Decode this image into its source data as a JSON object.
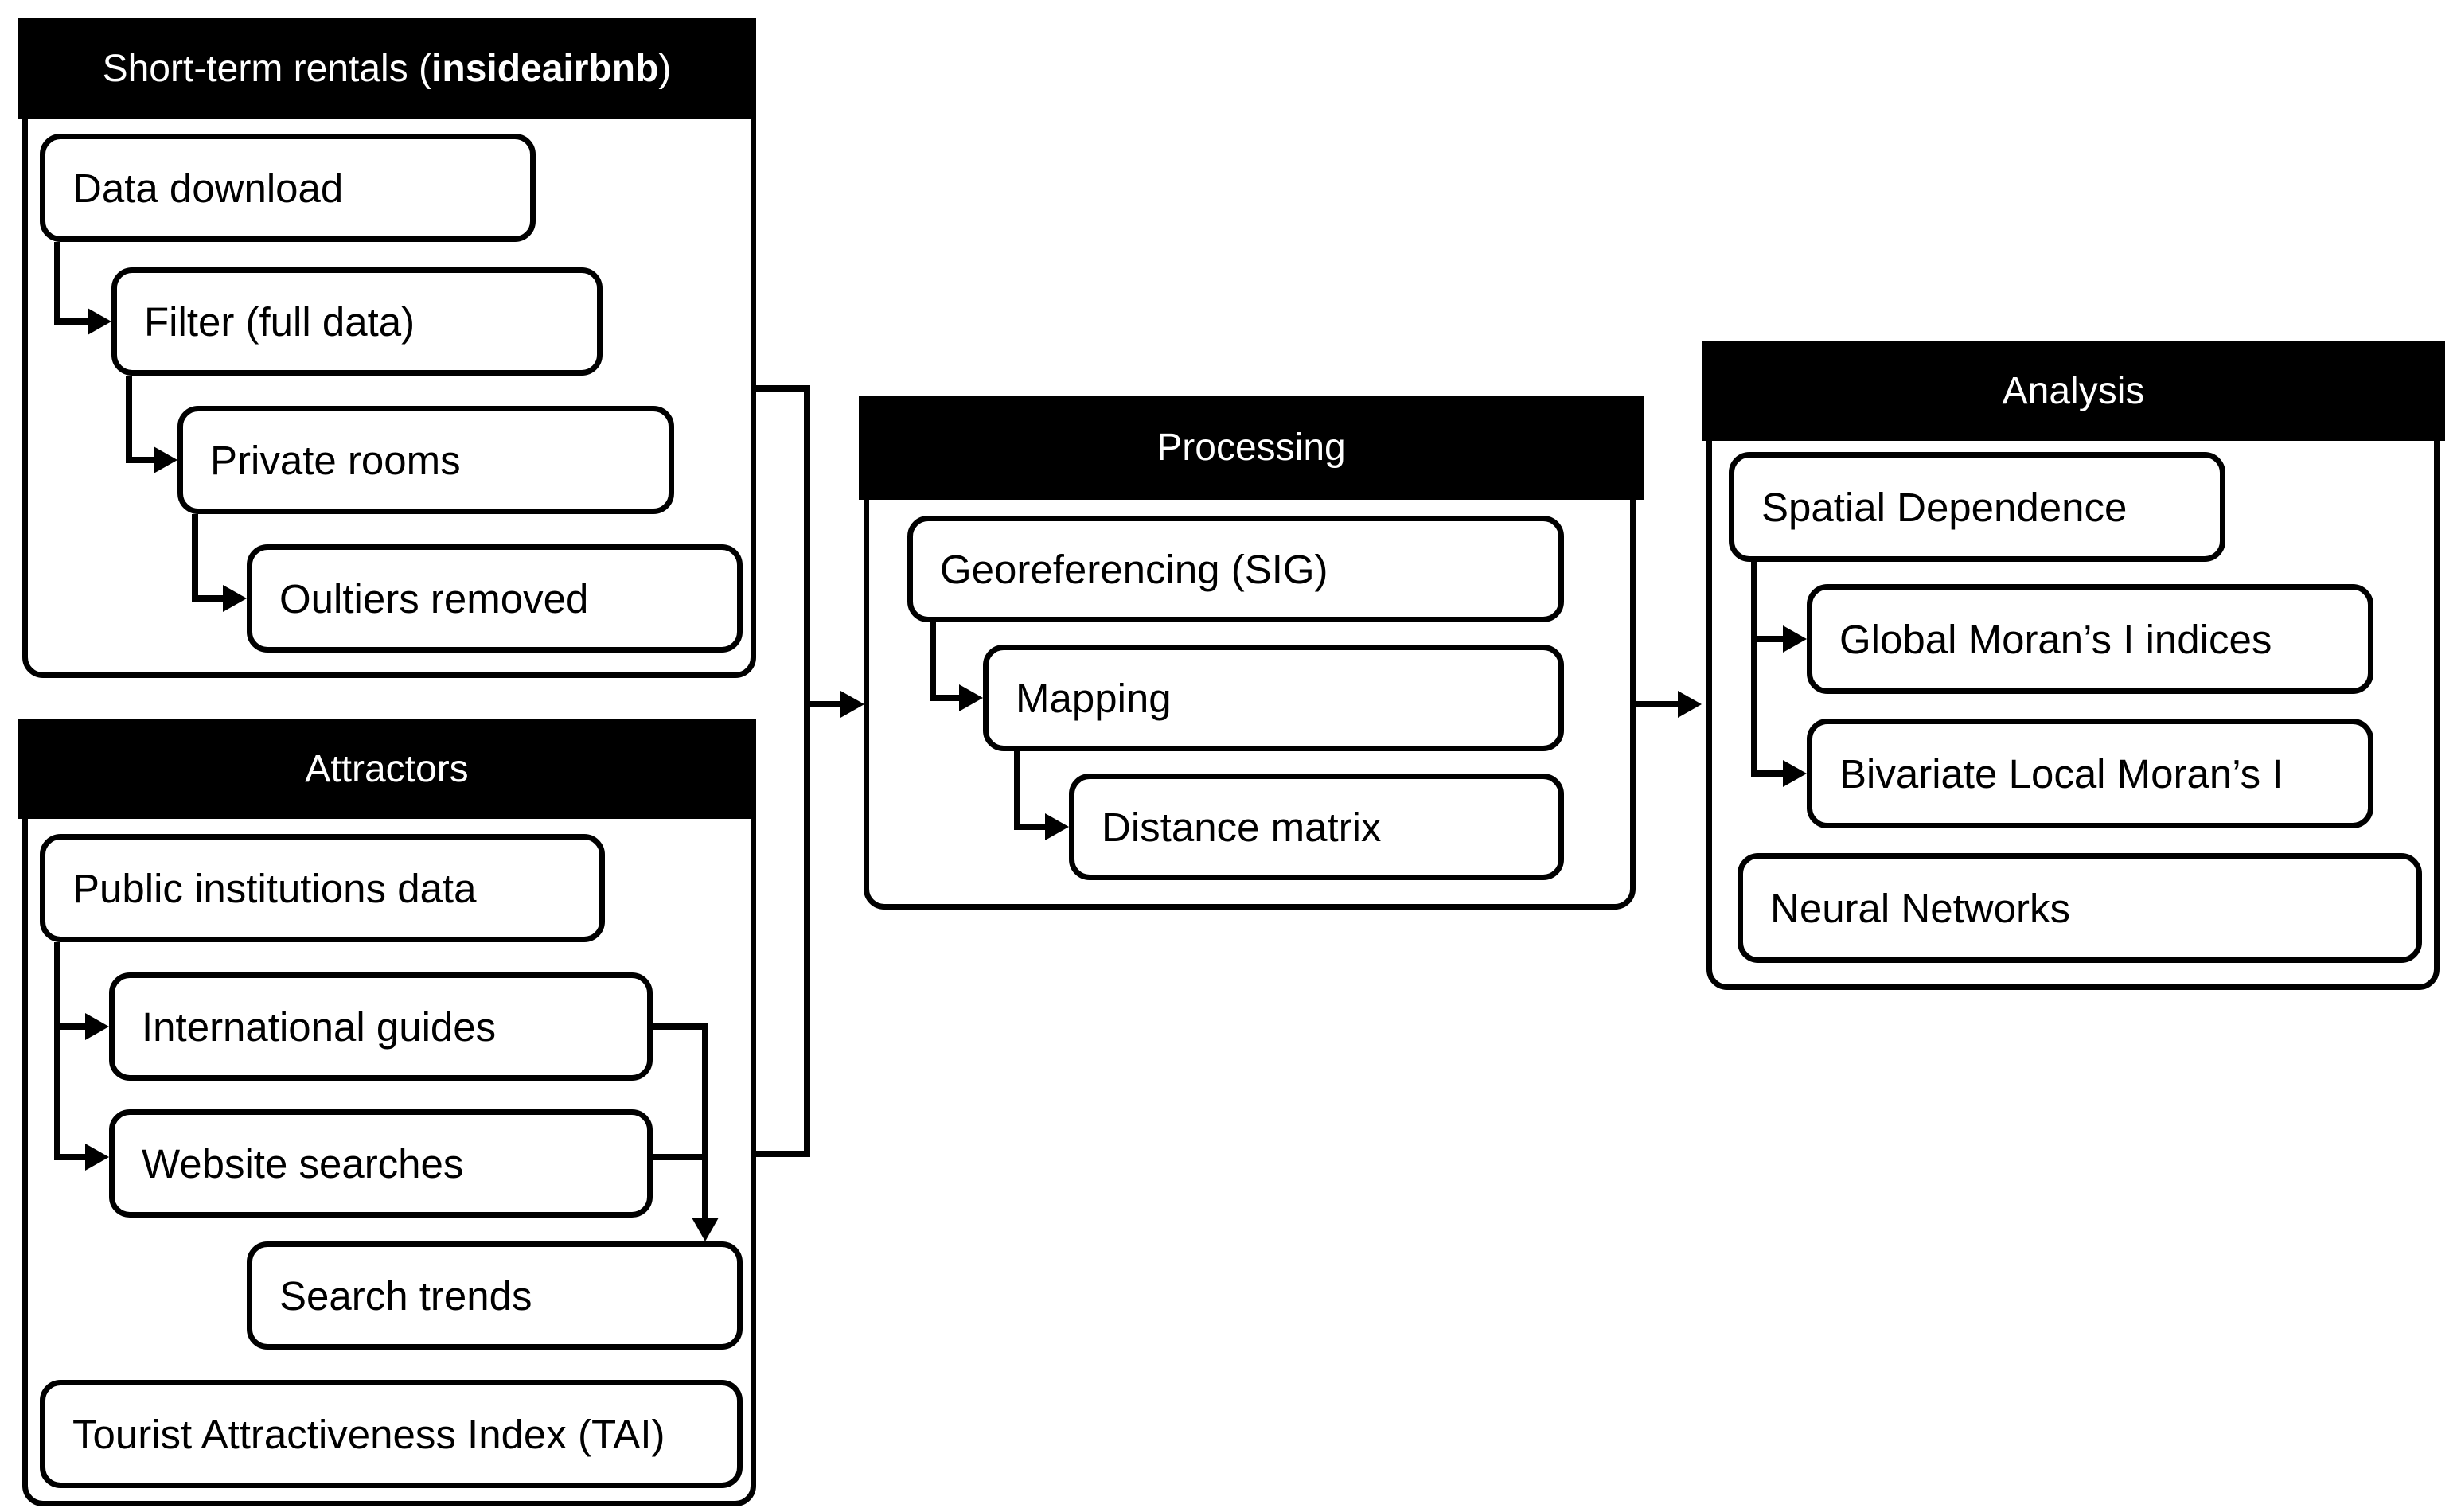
{
  "figure": {
    "type": "flow-diagram",
    "description_visible": false
  },
  "colors": {
    "ink": "#000000",
    "panel_header_bg": "#000000",
    "panel_header_text": "#ffffff",
    "node_bg": "#ffffff",
    "background": "#ffffff"
  },
  "panels": {
    "rentals": {
      "title_prefix": "Short-term rentals (",
      "title_bold": "insideairbnb",
      "title_suffix": ")",
      "boxes": [
        "Data download",
        "Filter (full data)",
        "Private rooms",
        "Oultiers removed"
      ]
    },
    "attractors": {
      "title": "Attractors",
      "boxes": [
        "Public institutions data",
        "International guides",
        "Website searches",
        "Search trends",
        "Tourist Attractiveness Index (TAI)"
      ]
    },
    "processing": {
      "title": "Processing",
      "boxes": [
        "Georeferencing (SIG)",
        "Mapping",
        "Distance matrix"
      ]
    },
    "analysis": {
      "title": "Analysis",
      "boxes": [
        "Spatial Dependence",
        "Global Moran’s I indices",
        "Bivariate Local Moran’s I",
        "Neural Networks"
      ]
    }
  }
}
